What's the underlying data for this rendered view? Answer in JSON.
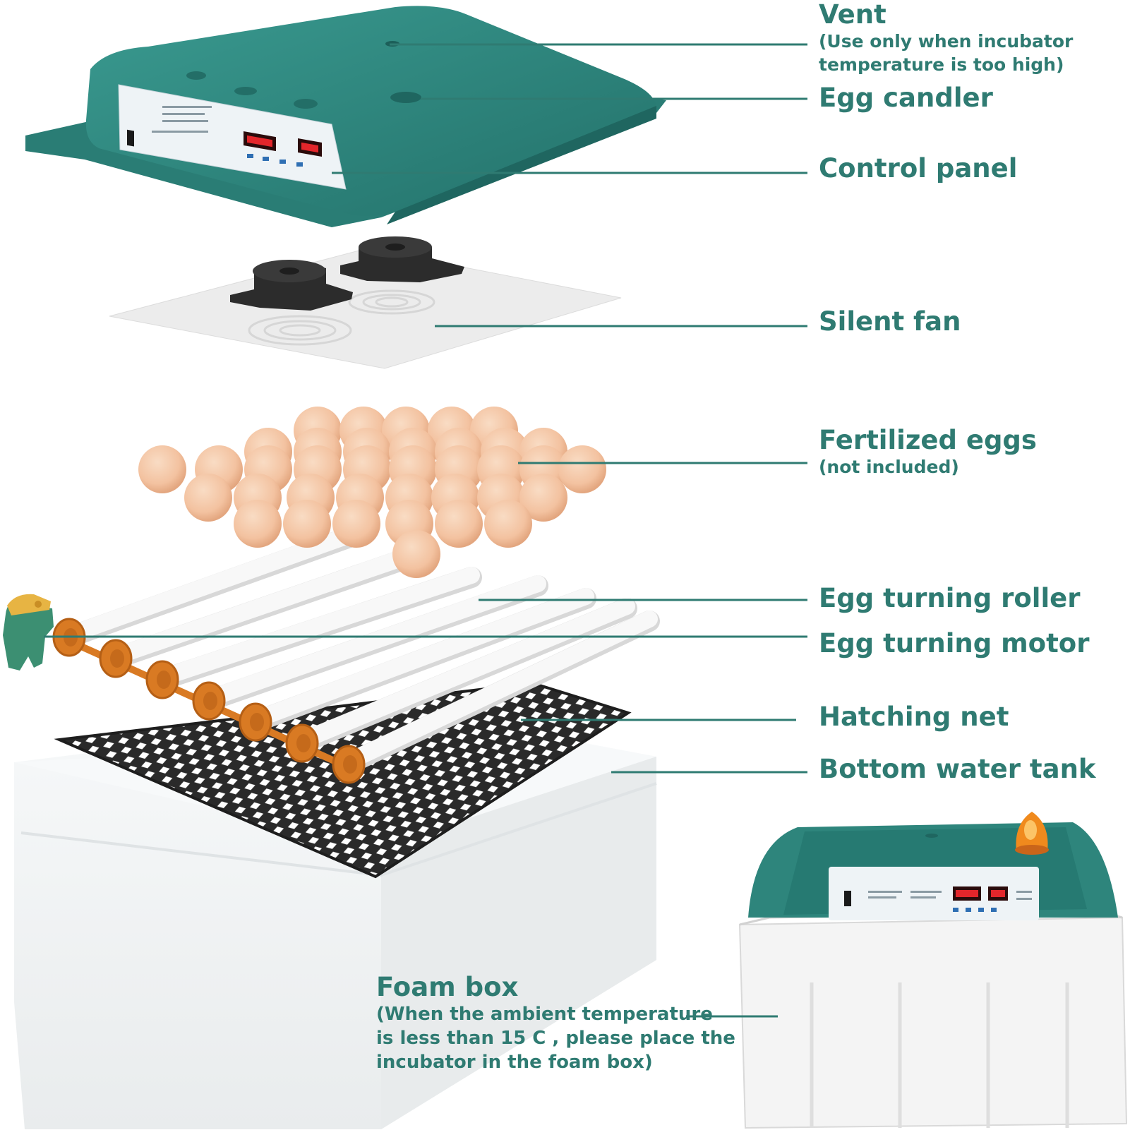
{
  "labels": {
    "vent": {
      "title": "Vent",
      "note_lines": [
        "(Use only when incubator",
        "temperature is too high)"
      ]
    },
    "egg_candler": {
      "title": "Egg candler"
    },
    "control_panel": {
      "title": "Control panel"
    },
    "silent_fan": {
      "title": "Silent fan"
    },
    "fertilized_eggs": {
      "title": "Fertilized eggs",
      "note": "(not included)"
    },
    "egg_turning_roller": {
      "title": "Egg turning roller"
    },
    "egg_turning_motor": {
      "title": "Egg turning motor"
    },
    "hatching_net": {
      "title": "Hatching net"
    },
    "bottom_water_tank": {
      "title": "Bottom water tank"
    },
    "foam_box": {
      "title": "Foam box",
      "note_lines": [
        "(When the ambient temperature",
        "is less than 15 C , please place the",
        "incubator in the foam box)"
      ]
    }
  },
  "colors": {
    "label_text": "#2f7b72",
    "leader_line": "#2f7b72",
    "lid_teal": "#2e857c",
    "lid_teal_dark": "#1f6660",
    "panel_face": "#eef3f6",
    "fan_black": "#2c2c2c",
    "fan_sheet": "#ececec",
    "egg_fill": "#f3c7a6",
    "egg_shade": "#e6ad86",
    "roller_white": "#f8f8f8",
    "gear_orange": "#d97a23",
    "net_black": "#2a2a2a",
    "tank_white": "#f1f3f4",
    "foam_white": "#f4f4f4",
    "display_red": "#e3262b",
    "candler_orange": "#f08a1d"
  }
}
